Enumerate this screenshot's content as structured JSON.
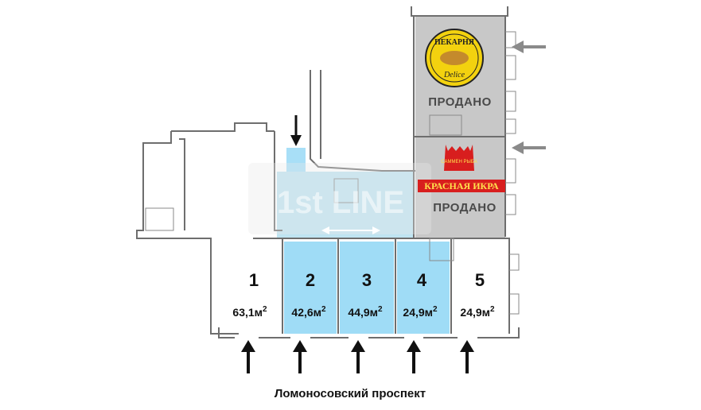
{
  "units": [
    {
      "number": "1",
      "area": "63,1м",
      "exp": "2",
      "highlighted": false
    },
    {
      "number": "2",
      "area": "42,6м",
      "exp": "2",
      "highlighted": true
    },
    {
      "number": "3",
      "area": "44,9м",
      "exp": "2",
      "highlighted": true
    },
    {
      "number": "4",
      "area": "24,9м",
      "exp": "2",
      "highlighted": true
    },
    {
      "number": "5",
      "area": "24,9м",
      "exp": "2",
      "highlighted": false
    }
  ],
  "sold_label_1": "ПРОДАНО",
  "sold_label_2": "ПРОДАНО",
  "bakery_logo": {
    "top_text": "ПЕКАРНЯ",
    "script_text": "Delice"
  },
  "caviar_logo": {
    "banner_text": "КРАСНАЯ ИКРА",
    "emblem_text": "САММЕН РЫБА"
  },
  "watermark": {
    "text": "1st LINE"
  },
  "street_label": "Ломоносовский проспект",
  "colors": {
    "highlight": "#9fdcf6",
    "sold_fill": "#c8c8c8",
    "wall": "#6e6e6e",
    "arrow": "#111111",
    "entry_arrow_side": "#8a8a8a",
    "banner_red": "#d81e1e"
  }
}
